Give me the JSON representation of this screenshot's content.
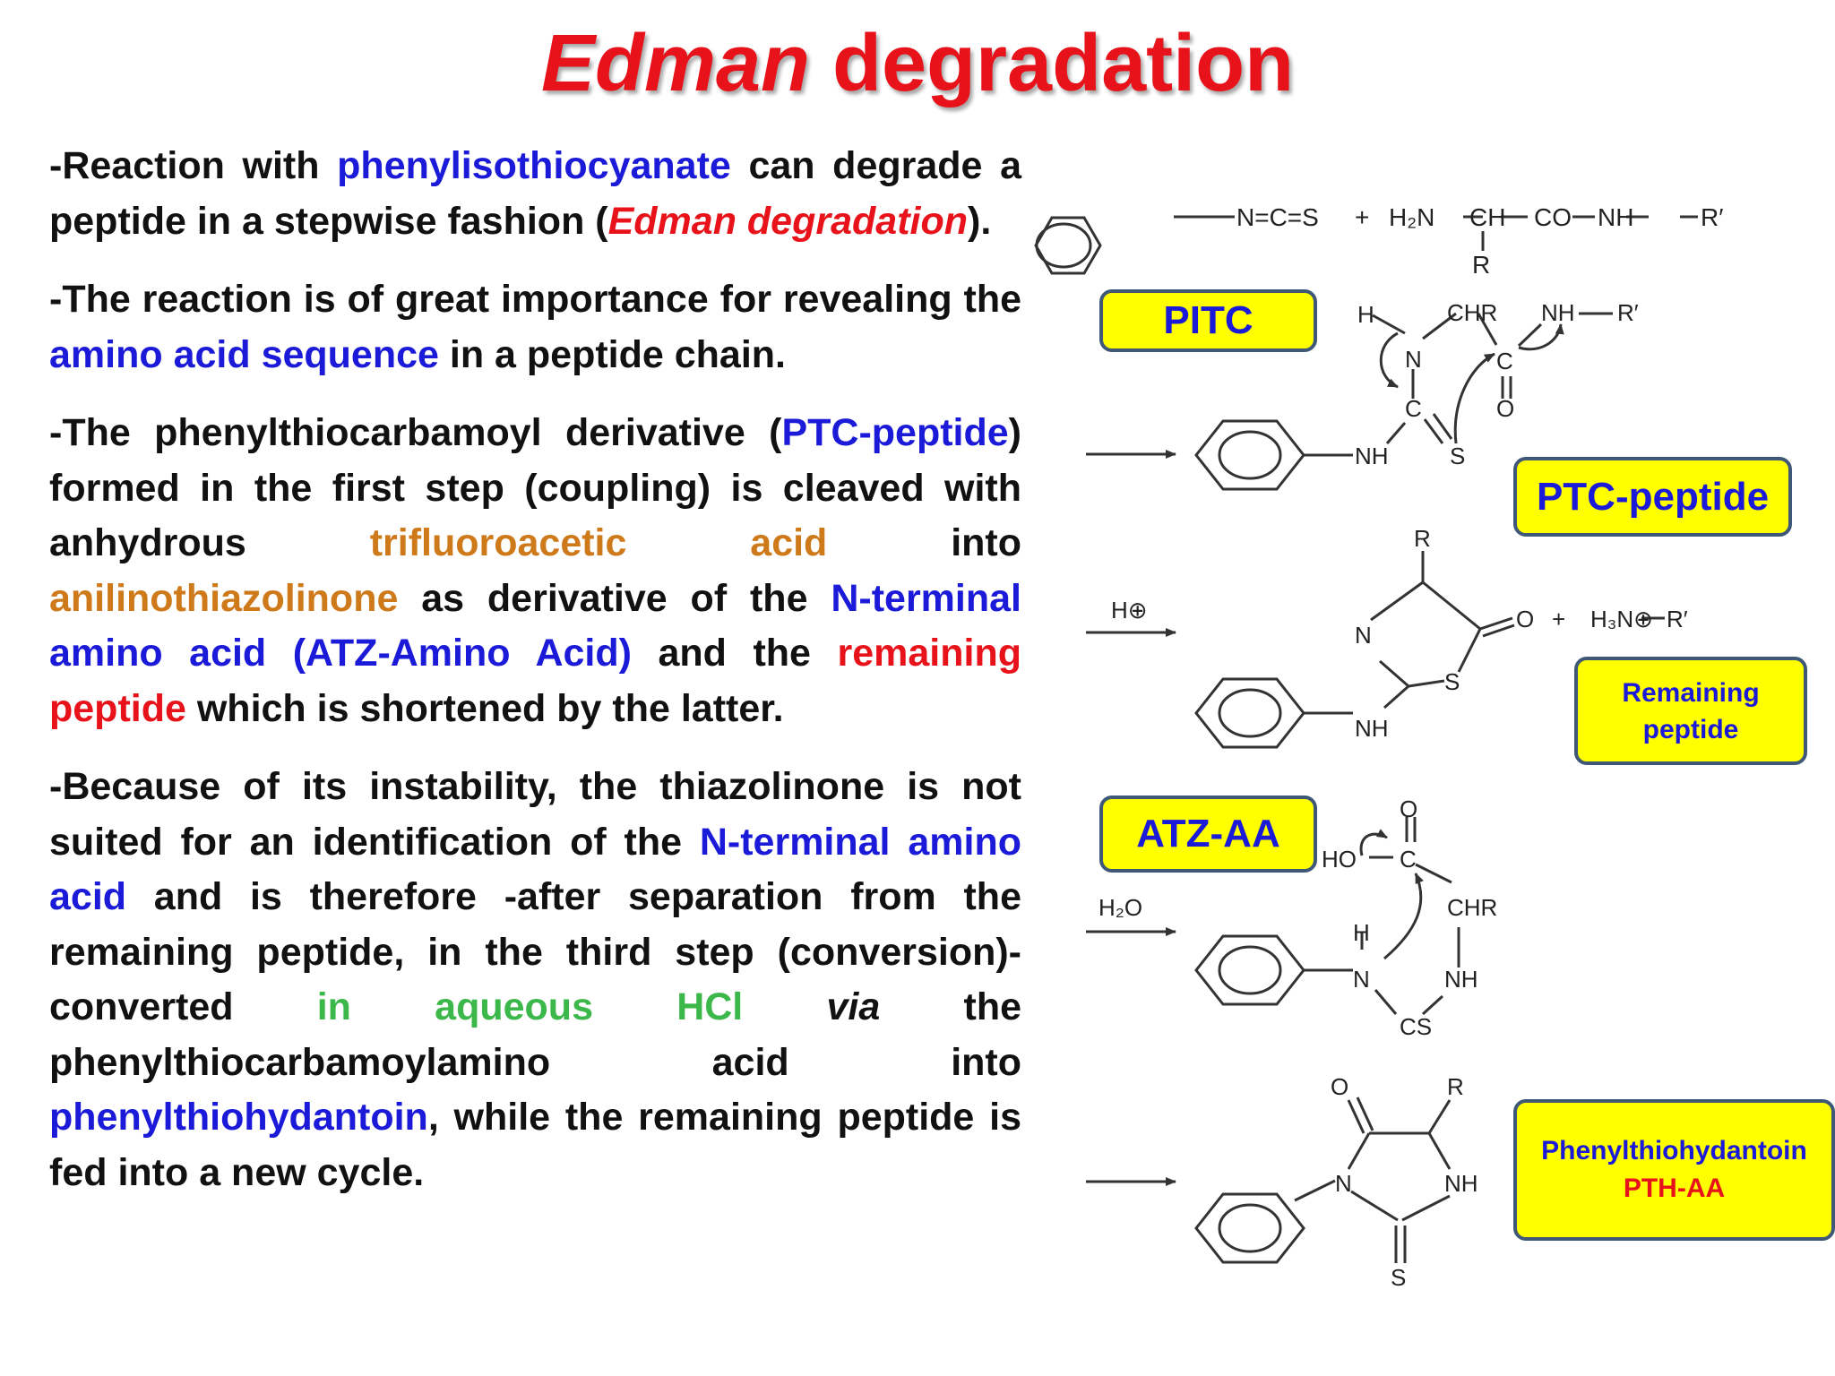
{
  "title": {
    "part1": "Edman",
    "part2": " degradation"
  },
  "paragraphs": {
    "p1": {
      "a": "-Reaction with ",
      "b": "phenylisothiocyanate",
      "c": " can degrade a peptide in a stepwise fashion (",
      "d": "Edman degradation",
      "e": ")."
    },
    "p2": {
      "a": "-The reaction is of great importance for revealing the ",
      "b": "amino acid sequence",
      "c": " in a peptide chain."
    },
    "p3": {
      "a": "-The phenylthiocarbamoyl derivative (",
      "b": "PTC-peptide",
      "c": ") formed in the first step (coupling) is cleaved with anhydrous ",
      "d": "trifluoroacetic acid",
      "e": " into ",
      "f": "anilinothiazolinone",
      "g": " as derivative of the ",
      "h": "N-terminal amino acid (ATZ-Amino Acid)",
      "i": " and the ",
      "j": "remaining peptide",
      "k": " which is shortened by the latter."
    },
    "p4": {
      "a": "-Because of its instability, the thiazolinone is not suited for an identification of the ",
      "b": "N-terminal amino acid",
      "c": " and is therefore -after separation from the remaining peptide, in the third step (conversion)- converted ",
      "d": "in aqueous HCl",
      "e": " ",
      "f": "via",
      "g": " the phenylthiocarbamoylamino acid into ",
      "h": "phenylthiohydantoin",
      "i": ", while the remaining peptide is fed into a new cycle."
    }
  },
  "labels": {
    "pitc": "PITC",
    "ptc_peptide": "PTC-peptide",
    "remaining_line1": "Remaining",
    "remaining_line2": "peptide",
    "atz_aa": "ATZ-AA",
    "pth_line1": "Phenylthiohydantoin",
    "pth_line2": "PTH-AA"
  },
  "scheme": {
    "row1": {
      "ncs": "N=C=S",
      "plus": "+",
      "h2n": "H₂N",
      "ch": "CH",
      "co": "CO",
      "nh": "NH",
      "rp": "R′",
      "r": "R"
    },
    "row2": {
      "h": "H",
      "n": "N",
      "chr": "CHR",
      "nh": "NH",
      "rp": "R′",
      "c1": "C",
      "o1": "O",
      "c2": "C",
      "s": "S",
      "nh_ring": "NH"
    },
    "row3": {
      "reagent": "H⊕",
      "r": "R",
      "n": "N",
      "o": "O",
      "plus": "+",
      "h3n": "H₃N⊕",
      "rp": "R′",
      "s": "S",
      "nh": "NH"
    },
    "row4": {
      "reagent": "H₂O",
      "o": "O",
      "ho": "HO",
      "c": "C",
      "chr": "CHR",
      "h": "H",
      "n": "N",
      "nh": "NH",
      "cs": "CS"
    },
    "row5": {
      "o": "O",
      "r": "R",
      "n": "N",
      "nh": "NH",
      "s": "S"
    }
  },
  "colors": {
    "title": "#e8121a",
    "blue": "#1a1ad8",
    "orange": "#cf7a1a",
    "green": "#3cb84a",
    "box_fill": "#ffff00",
    "box_border": "#3f5878"
  }
}
